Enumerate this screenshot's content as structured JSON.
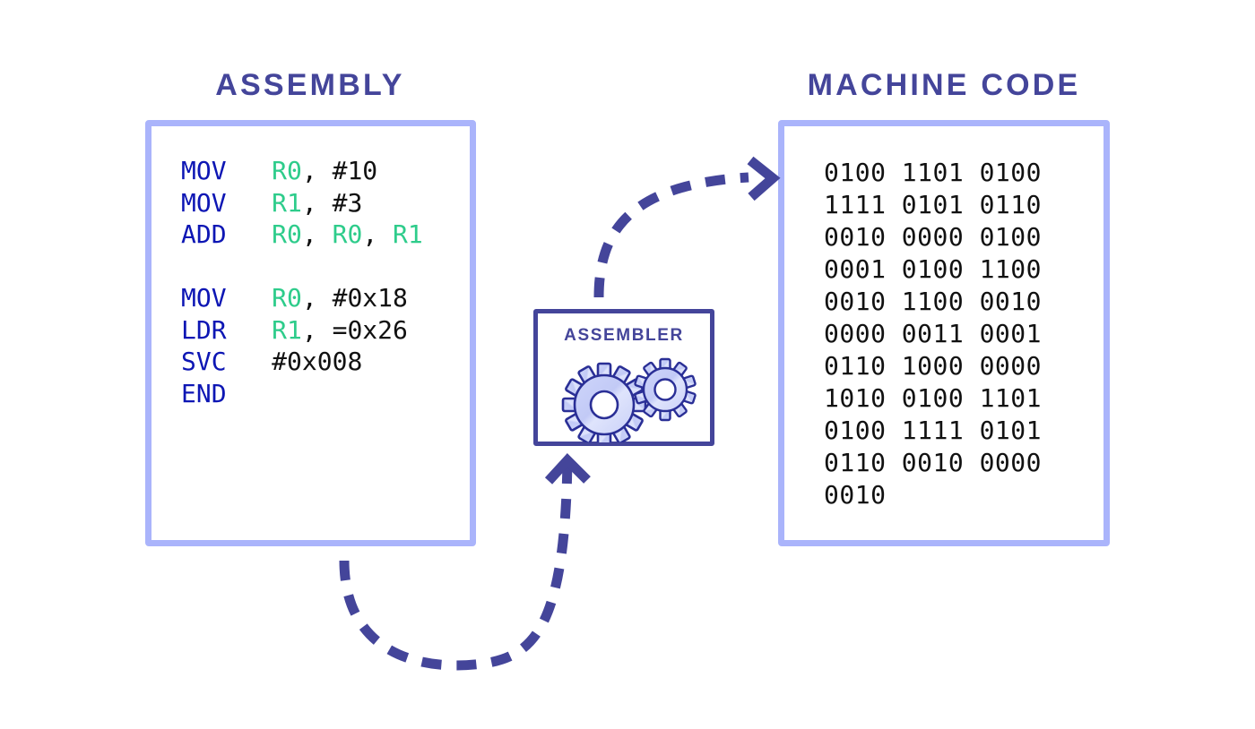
{
  "theme": {
    "background": "#ffffff",
    "title_color": "#44459a",
    "panel_border": "#aab4fb",
    "assembler_border": "#44459a",
    "arrow_color": "#44459a",
    "mnemonic_color": "#0d16b4",
    "register_color": "#2ecc8b",
    "literal_color": "#111111",
    "gear_fill": "#c3cbf7",
    "gear_stroke": "#2a2f96"
  },
  "assembly": {
    "title": "ASSEMBLY",
    "lines": [
      {
        "mnemonic": "MOV",
        "pad": "   ",
        "operands": [
          {
            "text": "R0",
            "kind": "reg"
          },
          {
            "text": ", ",
            "kind": "pun"
          },
          {
            "text": "#10",
            "kind": "imm"
          }
        ]
      },
      {
        "mnemonic": "MOV",
        "pad": "   ",
        "operands": [
          {
            "text": "R1",
            "kind": "reg"
          },
          {
            "text": ", ",
            "kind": "pun"
          },
          {
            "text": "#3",
            "kind": "imm"
          }
        ]
      },
      {
        "mnemonic": "ADD",
        "pad": "   ",
        "operands": [
          {
            "text": "R0",
            "kind": "reg"
          },
          {
            "text": ", ",
            "kind": "pun"
          },
          {
            "text": "R0",
            "kind": "reg"
          },
          {
            "text": ", ",
            "kind": "pun"
          },
          {
            "text": "R1",
            "kind": "reg"
          }
        ]
      },
      {
        "mnemonic": "",
        "pad": "",
        "operands": []
      },
      {
        "mnemonic": "MOV",
        "pad": "   ",
        "operands": [
          {
            "text": "R0",
            "kind": "reg"
          },
          {
            "text": ", ",
            "kind": "pun"
          },
          {
            "text": "#0x18",
            "kind": "imm"
          }
        ]
      },
      {
        "mnemonic": "LDR",
        "pad": "   ",
        "operands": [
          {
            "text": "R1",
            "kind": "reg"
          },
          {
            "text": ", ",
            "kind": "pun"
          },
          {
            "text": "=0x26",
            "kind": "imm"
          }
        ]
      },
      {
        "mnemonic": "SVC",
        "pad": "   ",
        "operands": [
          {
            "text": "#0x008",
            "kind": "imm"
          }
        ]
      },
      {
        "mnemonic": "END",
        "pad": "",
        "operands": []
      }
    ]
  },
  "machine_code": {
    "title": "MACHINE CODE",
    "rows": [
      "0100 1101 0100",
      "1111 0101 0110",
      "0010 0000 0100",
      "0001 0100 1100",
      "0010 1100 0010",
      "0000 0011 0001",
      "0110 1000 0000",
      "1010 0100 1101",
      "0100 1111 0101",
      "0110 0010 0000",
      "0010"
    ]
  },
  "assembler": {
    "label": "ASSEMBLER",
    "icon": "gears-icon"
  },
  "arrows": [
    {
      "name": "arrow-assembler-to-machine-code",
      "direction": "up-right"
    },
    {
      "name": "arrow-assembly-to-assembler",
      "direction": "down-right-up"
    }
  ]
}
